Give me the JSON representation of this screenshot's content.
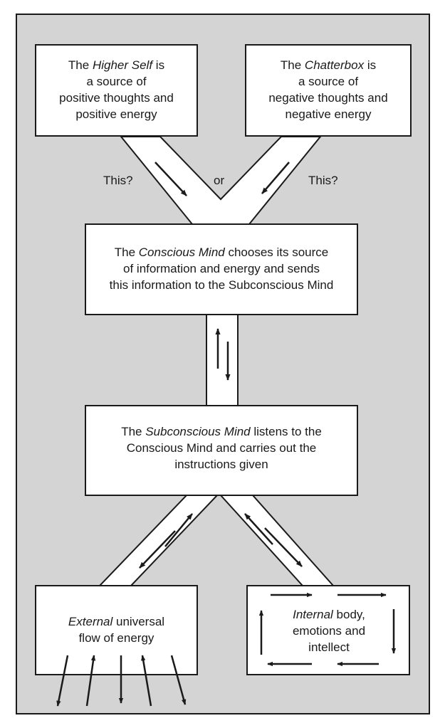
{
  "higher_self": {
    "lines": [
      {
        "pre": "The ",
        "em": "Higher Self",
        "post": " is"
      },
      {
        "pre": "a source of",
        "em": "",
        "post": ""
      },
      {
        "pre": "positive thoughts and",
        "em": "",
        "post": ""
      },
      {
        "pre": "positive energy",
        "em": "",
        "post": ""
      }
    ]
  },
  "chatterbox": {
    "lines": [
      {
        "pre": "The ",
        "em": "Chatterbox",
        "post": " is"
      },
      {
        "pre": "a source of",
        "em": "",
        "post": ""
      },
      {
        "pre": "negative thoughts and",
        "em": "",
        "post": ""
      },
      {
        "pre": "negative energy",
        "em": "",
        "post": ""
      }
    ]
  },
  "labels": {
    "left": "This?",
    "middle": "or",
    "right": "This?"
  },
  "conscious_mind": {
    "lines": [
      {
        "pre": "The ",
        "em": "Conscious Mind",
        "post": " chooses its source"
      },
      {
        "pre": "of information and energy and sends",
        "em": "",
        "post": ""
      },
      {
        "pre": "this information to the Subconscious Mind",
        "em": "",
        "post": ""
      }
    ]
  },
  "subconscious_mind": {
    "lines": [
      {
        "pre": "The ",
        "em": "Subconscious Mind",
        "post": " listens to the"
      },
      {
        "pre": "Conscious Mind and carries out the",
        "em": "",
        "post": ""
      },
      {
        "pre": "instructions given",
        "em": "",
        "post": ""
      }
    ]
  },
  "external": {
    "lines": [
      {
        "pre": "",
        "em": "External",
        "post": " universal"
      },
      {
        "pre": "flow of energy",
        "em": "",
        "post": ""
      }
    ]
  },
  "internal": {
    "lines": [
      {
        "pre": "",
        "em": "Internal",
        "post": " body,"
      },
      {
        "pre": "emotions and",
        "em": "",
        "post": ""
      },
      {
        "pre": "intellect",
        "em": "",
        "post": ""
      }
    ]
  },
  "colors": {
    "panel": "#d4d4d4",
    "box": "#ffffff",
    "stroke": "#1a1a1a"
  }
}
